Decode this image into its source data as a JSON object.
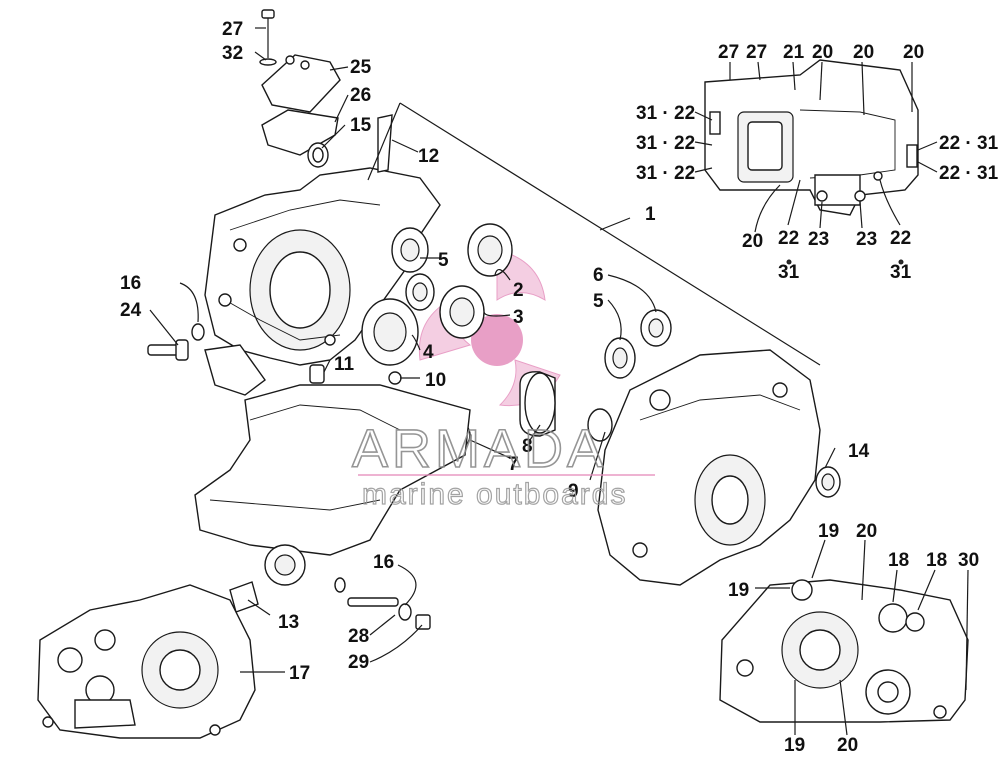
{
  "watermark": {
    "brand": "ARMADA",
    "tagline": "marine outboards",
    "logo_color": "#e58fbd",
    "logo_light": "#f3c6de"
  },
  "callouts": {
    "c1": "1",
    "c2": "2",
    "c3": "3",
    "c4": "4",
    "c5a": "5",
    "c5b": "5",
    "c6": "6",
    "c7": "7",
    "c8": "8",
    "c9": "9",
    "c10": "10",
    "c11": "11",
    "c12": "12",
    "c13": "13",
    "c14": "14",
    "c15": "15",
    "c16a": "16",
    "c16b": "16",
    "c17": "17",
    "c18a": "18",
    "c18b": "18",
    "c19a": "19",
    "c19b": "19",
    "c19c": "19",
    "c20a": "20",
    "c20b": "20",
    "c20c": "20",
    "c20d": "20",
    "c20e": "20",
    "c20f": "20",
    "c21": "21",
    "c22a": "22",
    "c22b": "22",
    "c23a": "23",
    "c23b": "23",
    "c24": "24",
    "c25": "25",
    "c26": "26",
    "c27a": "27",
    "c27b": "27",
    "c27c": "27",
    "c28": "28",
    "c29": "29",
    "c30": "30",
    "c31a": "31",
    "c31b": "31",
    "c32": "32",
    "p3122a": "31 · 22",
    "p3122b": "31 · 22",
    "p3122c": "31 · 22",
    "p2231a": "22 · 31",
    "p2231b": "22 · 31"
  }
}
